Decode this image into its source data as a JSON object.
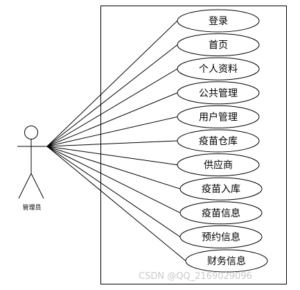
{
  "actor": {
    "label": "管理员"
  },
  "use_cases": [
    "登录",
    "首页",
    "个人资料",
    "公共管理",
    "用户管理",
    "疫苗仓库",
    "供应商",
    "疫苗入库",
    "疫苗信息",
    "预约信息",
    "财务信息"
  ],
  "watermark": "CSDN @QQ_2169029096",
  "colors": {
    "line": "#000000",
    "background": "#ffffff",
    "watermark": "#c9c9c9"
  }
}
